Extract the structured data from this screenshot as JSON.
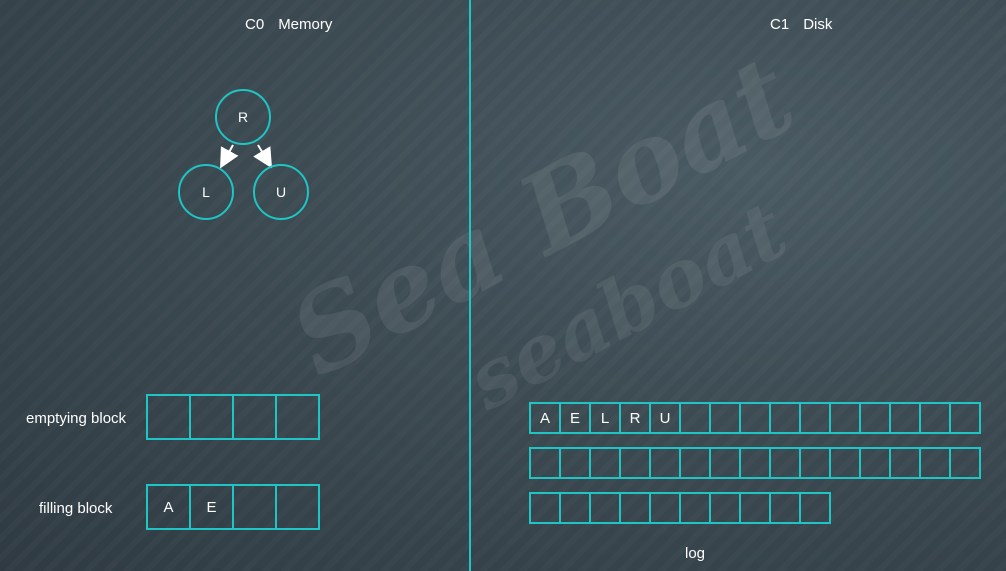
{
  "c0_panel": {
    "id": "C0",
    "name": "Memory"
  },
  "c1_panel": {
    "id": "C1",
    "name": "Disk"
  },
  "tree": {
    "root": "R",
    "left": "L",
    "right": "U"
  },
  "memory_blocks": {
    "emptying": {
      "label": "emptying block",
      "cells": [
        "",
        "",
        "",
        ""
      ]
    },
    "filling": {
      "label": "filling block",
      "cells": [
        "A",
        "E",
        "",
        ""
      ]
    }
  },
  "disk": {
    "rows": [
      [
        "A",
        "E",
        "L",
        "R",
        "U",
        "",
        "",
        "",
        "",
        "",
        "",
        "",
        "",
        "",
        ""
      ],
      [
        "",
        "",
        "",
        "",
        "",
        "",
        "",
        "",
        "",
        "",
        "",
        "",
        "",
        "",
        ""
      ],
      [
        "",
        "",
        "",
        "",
        "",
        "",
        "",
        "",
        "",
        ""
      ]
    ],
    "label": "log"
  },
  "watermark": {
    "line1": "Sea Boat",
    "line2": "seaboat"
  },
  "colors": {
    "accent": "#1fc4c4",
    "text": "#ffffff",
    "background": "#3c4a52"
  }
}
